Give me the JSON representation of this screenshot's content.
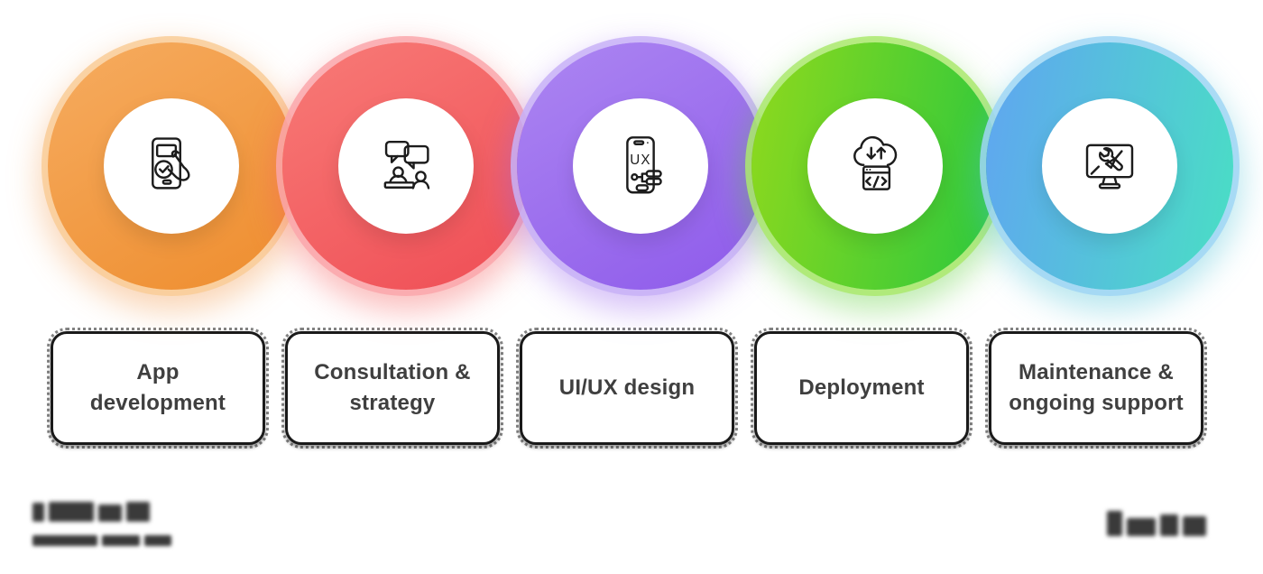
{
  "steps": [
    {
      "label": "App\ndevelopment",
      "icon": "phone-tap-check-icon",
      "colors": {
        "gradient_angle": "150deg",
        "gradient": [
          "#F6AC60",
          "#EE8D2E"
        ],
        "ring": "rgba(249,205,152,0.85)",
        "glow": "rgba(242,153,74,0.40)"
      }
    },
    {
      "label": "Consultation &\nstrategy",
      "icon": "people-conversation-icon",
      "colors": {
        "gradient_angle": "150deg",
        "gradient": [
          "#F87B77",
          "#EF4D55"
        ],
        "ring": "rgba(250,167,171,0.85)",
        "glow": "rgba(244,94,94,0.40)"
      }
    },
    {
      "label": "UI/UX design",
      "icon": "phone-ux-wireframe-icon",
      "colors": {
        "gradient_angle": "150deg",
        "gradient": [
          "#AC86F2",
          "#8E5AEA"
        ],
        "ring": "rgba(200,178,247,0.85)",
        "glow": "rgba(154,103,238,0.40)"
      }
    },
    {
      "label": "Deployment",
      "icon": "cloud-sync-code-icon",
      "colors": {
        "gradient_angle": "100deg",
        "gradient": [
          "#8FD91D",
          "#2BC83D"
        ],
        "ring": "rgba(171,233,111,0.85)",
        "glow": "rgba(94,208,60,0.40)"
      }
    },
    {
      "label": "Maintenance &\nongoing support",
      "icon": "monitor-wrench-icon",
      "colors": {
        "gradient_angle": "100deg",
        "gradient": [
          "#60A5F1",
          "#49DFC4"
        ],
        "ring": "rgba(160,214,245,0.85)",
        "glow": "rgba(80,195,215,0.40)"
      }
    }
  ],
  "footer": {
    "left_logo": {
      "description": "blurred illegible logo with tagline"
    },
    "right_logo": {
      "description": "blurred illegible wordmark"
    }
  },
  "style": {
    "label_text_color": "#3F3F3F",
    "icon_stroke_color": "#1c1c1c",
    "background": "#FFFFFF"
  }
}
